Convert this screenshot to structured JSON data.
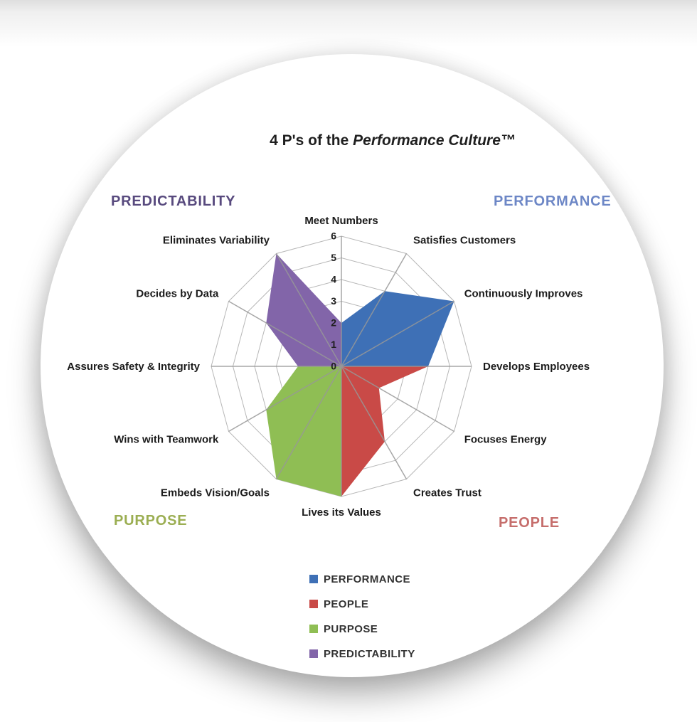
{
  "title": {
    "prefix": "4 P's of the ",
    "italic": "Performance Culture™"
  },
  "quadrant_labels": {
    "top_left": {
      "label": "PREDICTABILITY",
      "color": "#584A7E"
    },
    "top_right": {
      "label": "PERFORMANCE",
      "color": "#6D87C6"
    },
    "bottom_left": {
      "label": "PURPOSE",
      "color": "#9BAE52"
    },
    "bottom_right": {
      "label": "PEOPLE",
      "color": "#C66E6C"
    }
  },
  "chart_data": {
    "type": "radar",
    "title": "4 P's of the Performance Culture™",
    "categories": [
      "Meet Numbers",
      "Satisfies Customers",
      "Continuously Improves",
      "Develops Employees",
      "Focuses Energy",
      "Creates Trust",
      "Lives its Values",
      "Embeds Vision/Goals",
      "Wins with Teamwork",
      "Assures Safety & Integrity",
      "Decides by Data",
      "Eliminates Variability"
    ],
    "series": [
      {
        "name": "PERFORMANCE",
        "color": "#3E70B6",
        "values": [
          2,
          4,
          6,
          4,
          0,
          0,
          0,
          0,
          0,
          0,
          0,
          0
        ]
      },
      {
        "name": "PEOPLE",
        "color": "#C94A47",
        "values": [
          0,
          0,
          0,
          4,
          2,
          4,
          6,
          0,
          0,
          0,
          0,
          0
        ]
      },
      {
        "name": "PURPOSE",
        "color": "#8FBE54",
        "values": [
          0,
          0,
          0,
          0,
          0,
          0,
          6,
          6,
          4,
          2,
          0,
          0
        ]
      },
      {
        "name": "PREDICTABILITY",
        "color": "#8265A9",
        "values": [
          2,
          0,
          0,
          0,
          0,
          0,
          0,
          0,
          0,
          2,
          4,
          6
        ]
      }
    ],
    "axis_range": [
      0,
      6
    ],
    "ticks": [
      0,
      1,
      2,
      3,
      4,
      5,
      6
    ],
    "grid": true,
    "grid_color": "#B7B7B7",
    "spoke_color": "#989898",
    "legend_position": "bottom"
  }
}
